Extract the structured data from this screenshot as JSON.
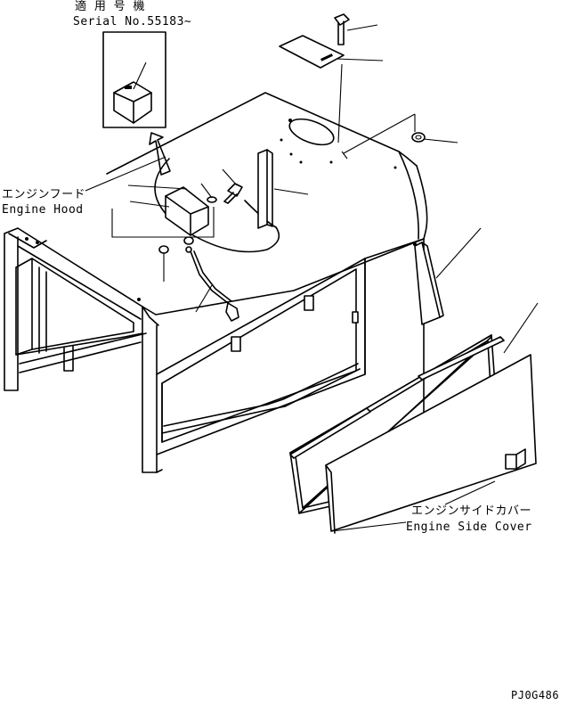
{
  "serial_note": {
    "jp": "適 用 号 機",
    "en": "Serial No.55183~"
  },
  "engine_hood": {
    "jp": "エンジンフード",
    "en": "Engine Hood"
  },
  "engine_side_cover": {
    "jp": "エンジンサイドカバー",
    "en": "Engine Side Cover"
  },
  "drawing_code": "PJ0G486"
}
